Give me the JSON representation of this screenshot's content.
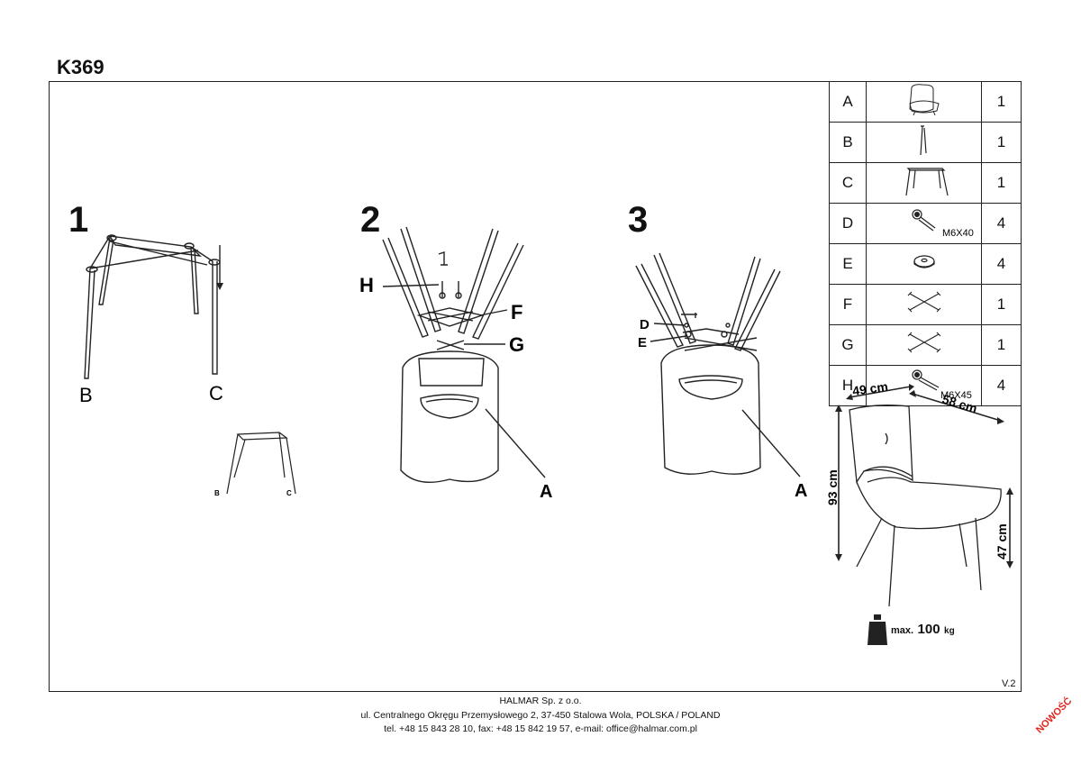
{
  "document": {
    "model": "K369",
    "version": "V.2",
    "badge": "NOWOŚĆ"
  },
  "steps": [
    {
      "number": "1",
      "labels": [
        "B",
        "C"
      ],
      "mini_labels": [
        "B",
        "C"
      ]
    },
    {
      "number": "2",
      "labels": [
        "H",
        "F",
        "G",
        "A"
      ]
    },
    {
      "number": "3",
      "labels": [
        "D",
        "E",
        "A"
      ]
    }
  ],
  "parts": [
    {
      "letter": "A",
      "icon": "chair-seat-icon",
      "spec": "",
      "qty": "1"
    },
    {
      "letter": "B",
      "icon": "single-leg-icon",
      "spec": "",
      "qty": "1"
    },
    {
      "letter": "C",
      "icon": "leg-frame-icon",
      "spec": "",
      "qty": "1"
    },
    {
      "letter": "D",
      "icon": "bolt-icon",
      "spec": "M6X40",
      "qty": "4"
    },
    {
      "letter": "E",
      "icon": "washer-icon",
      "spec": "",
      "qty": "4"
    },
    {
      "letter": "F",
      "icon": "cross-bracket-icon",
      "spec": "",
      "qty": "1"
    },
    {
      "letter": "G",
      "icon": "cross-bracket-icon",
      "spec": "",
      "qty": "1"
    },
    {
      "letter": "H",
      "icon": "bolt-icon",
      "spec": "M6X45",
      "qty": "4"
    }
  ],
  "dimensions": {
    "width": "49 cm",
    "depth": "58 cm",
    "height": "93 cm",
    "seat_height": "47 cm"
  },
  "load": {
    "prefix": "max.",
    "value": "100",
    "unit": "kg"
  },
  "footer": {
    "company": "HALMAR Sp. z o.o.",
    "address": "ul. Centralnego Okręgu Przemysłowego 2, 37-450 Stalowa Wola, POLSKA / POLAND",
    "contact": "tel. +48 15 843 28 10, fax: +48 15 842 19 57, e-mail: office@halmar.com.pl"
  },
  "colors": {
    "line": "#222222",
    "badge": "#e0261c"
  }
}
